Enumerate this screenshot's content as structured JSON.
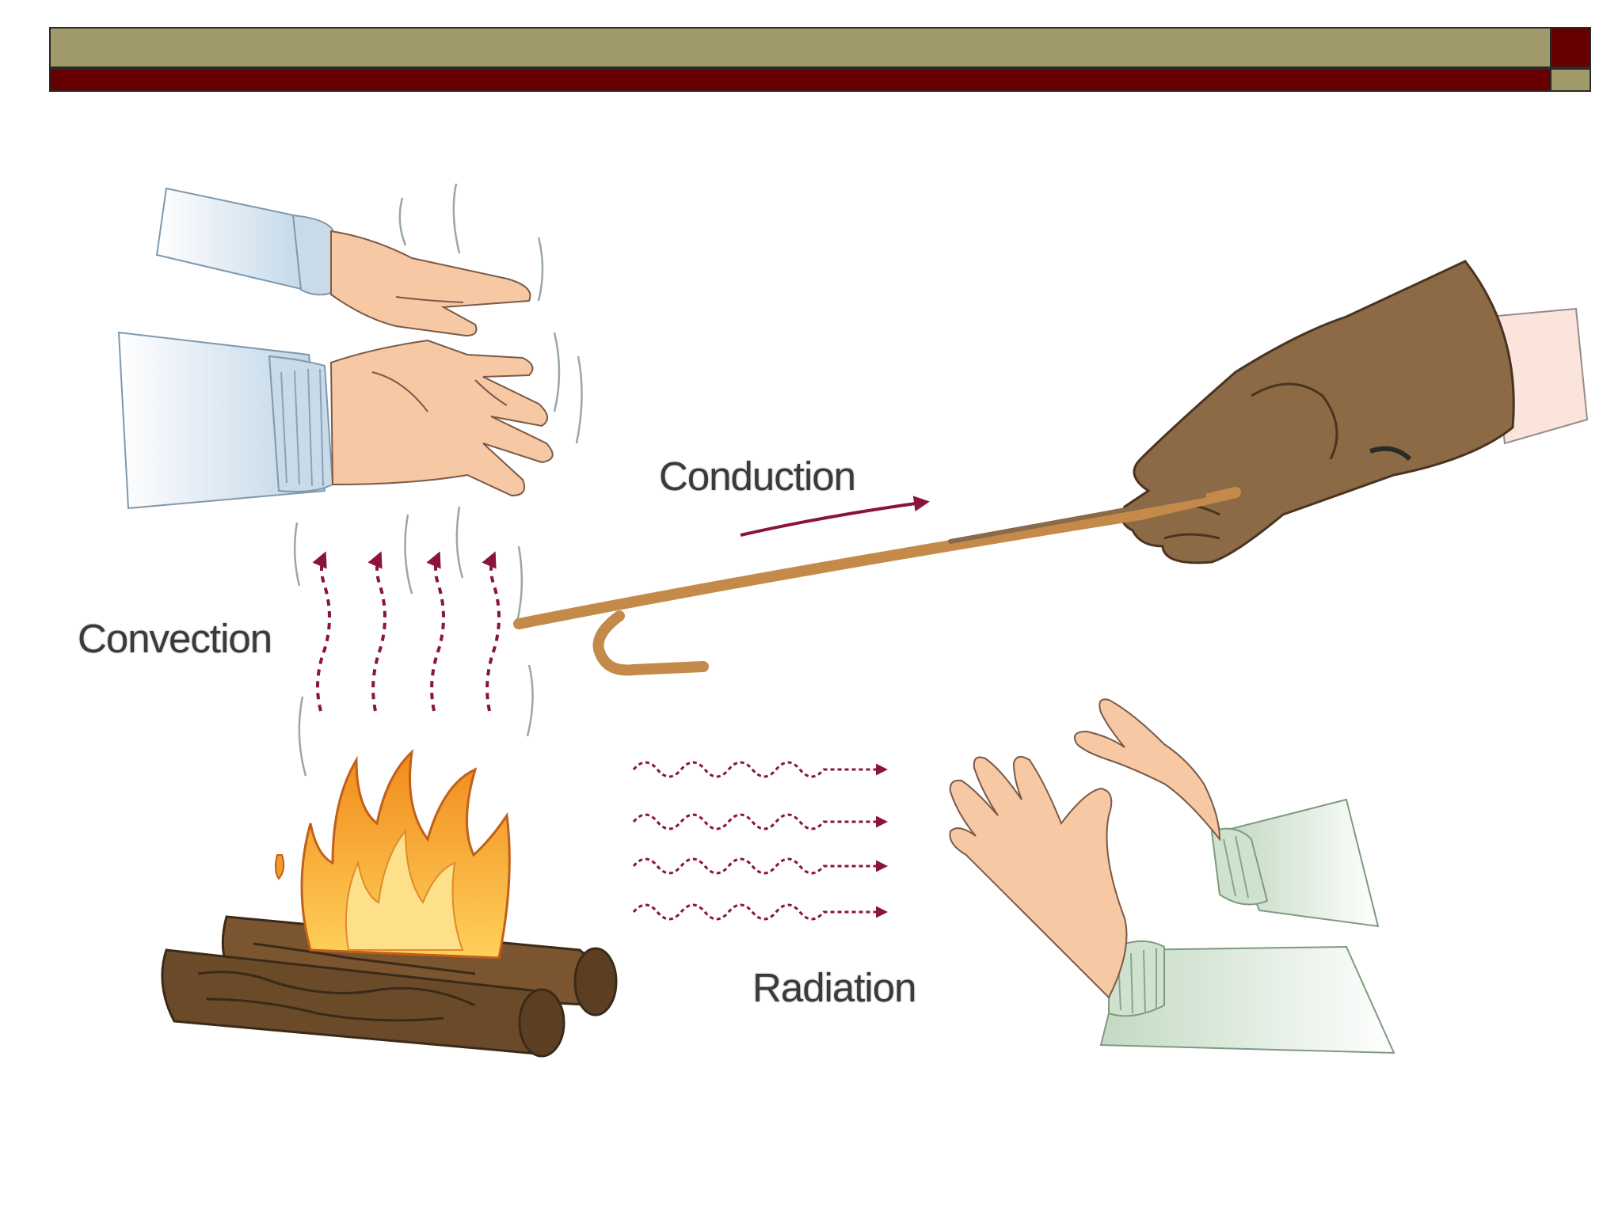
{
  "colors": {
    "header_olive": "#a09a6a",
    "header_maroon": "#660000",
    "arrow": "#8a1538",
    "flame_outer": "#f39a2c",
    "flame_inner": "#ffd66e",
    "wood": "#6b4a2a",
    "poker": "#c48a4a",
    "glove": "#8b6a45",
    "skin": "#f6c8a4",
    "sleeve_blue": "#cfe0ee",
    "sleeve_green": "#d4e4d4"
  },
  "labels": {
    "conduction": "Conduction",
    "convection": "Convection",
    "radiation": "Radiation"
  }
}
